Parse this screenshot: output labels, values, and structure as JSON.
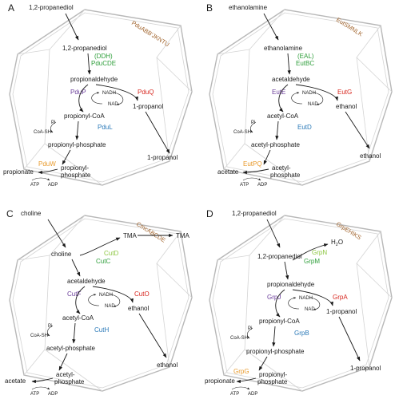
{
  "colors": {
    "operon": "#a0622a",
    "green": "#2e9e3a",
    "purple": "#6a3d9a",
    "red": "#d7261e",
    "blue": "#2a79b8",
    "orange": "#e89a2c",
    "lime": "#8cc63f",
    "text": "#1a1a1a",
    "shell": "#b8b8b8"
  },
  "panels": {
    "A": {
      "letter": "A",
      "operon": "PduABB'JKNTU",
      "substrate": "1,2-propanediol",
      "substrate_in": "1,2-propanediol",
      "dehydratase_1": "(DDH)",
      "dehydratase_2": "PduCDE",
      "aldehyde": "propionaldehyde",
      "nadh": "NADH",
      "nad": "NAD",
      "ald_dh": "PduP",
      "alc_dh": "PduQ",
      "coa": "propionyl-CoA",
      "alcohol_in": "1-propanol",
      "alcohol_out": "1-propanol",
      "pi": "Pi",
      "coash": "CoA-SH",
      "ptac": "PduL",
      "phosphate_in": "propionyl-phosphate",
      "acid": "propionate",
      "kinase": "PduW",
      "phosphate_out_1": "propionyl-",
      "phosphate_out_2": "phosphate",
      "atp": "ATP",
      "adp": "ADP"
    },
    "B": {
      "letter": "B",
      "operon": "EutSMNLK",
      "substrate": "ethanolamine",
      "substrate_in": "ethanolamine",
      "dehydratase_1": "(EAL)",
      "dehydratase_2": "EutBC",
      "aldehyde": "acetaldehyde",
      "nadh": "NADH",
      "nad": "NAD",
      "ald_dh": "EutE",
      "alc_dh": "EutG",
      "coa": "acetyl-CoA",
      "alcohol_in": "ethanol",
      "alcohol_out": "ethanol",
      "pi": "Pi",
      "coash": "CoA-SH",
      "ptac": "EutD",
      "phosphate_in": "acetyl-phosphate",
      "acid": "acetate",
      "kinase": "EutPQ",
      "phosphate_out_1": "acetyl-",
      "phosphate_out_2": "phosphate",
      "atp": "ATP",
      "adp": "ADP"
    },
    "C": {
      "letter": "C",
      "operon": "CmcABCDE",
      "substrate": "choline",
      "substrate_in": "choline",
      "enzyme_main": "CutC",
      "enzyme_activator": "CutD",
      "tma_in": "TMA",
      "tma_out": "TMA",
      "aldehyde": "acetaldehyde",
      "nadh": "NADH",
      "nad": "NAD",
      "ald_dh": "CutF",
      "alc_dh": "CutO",
      "coa": "acetyl-CoA",
      "alcohol_in": "ethanol",
      "alcohol_out": "ethanol",
      "pi": "Pi",
      "coash": "CoA-SH",
      "ptac": "CutH",
      "phosphate_in": "acetyl-phosphate",
      "acid": "acetate",
      "phosphate_out_1": "acetyl-",
      "phosphate_out_2": "phosphate",
      "atp": "ATP",
      "adp": "ADP"
    },
    "D": {
      "letter": "D",
      "operon": "GrpEHIKS",
      "substrate": "1,2-propanediol",
      "substrate_in": "1,2-propanediol",
      "enzyme_main": "GrpM",
      "enzyme_activator": "GrpN",
      "water": "H",
      "water_sub": "2",
      "water_o": "O",
      "aldehyde": "propionaldehyde",
      "nadh": "NADH",
      "nad": "NAD",
      "ald_dh": "GrpJ",
      "alc_dh": "GrpA",
      "coa": "propionyl-CoA",
      "alcohol_in": "1-propanol",
      "alcohol_out": "1-propanol",
      "pi": "Pi",
      "coash": "CoA-SH",
      "ptac": "GrpB",
      "phosphate_in": "propionyl-phosphate",
      "acid": "propionate",
      "kinase": "GrpG",
      "phosphate_out_1": "propionyl-",
      "phosphate_out_2": "phosphate",
      "atp": "ATP",
      "adp": "ADP"
    }
  }
}
